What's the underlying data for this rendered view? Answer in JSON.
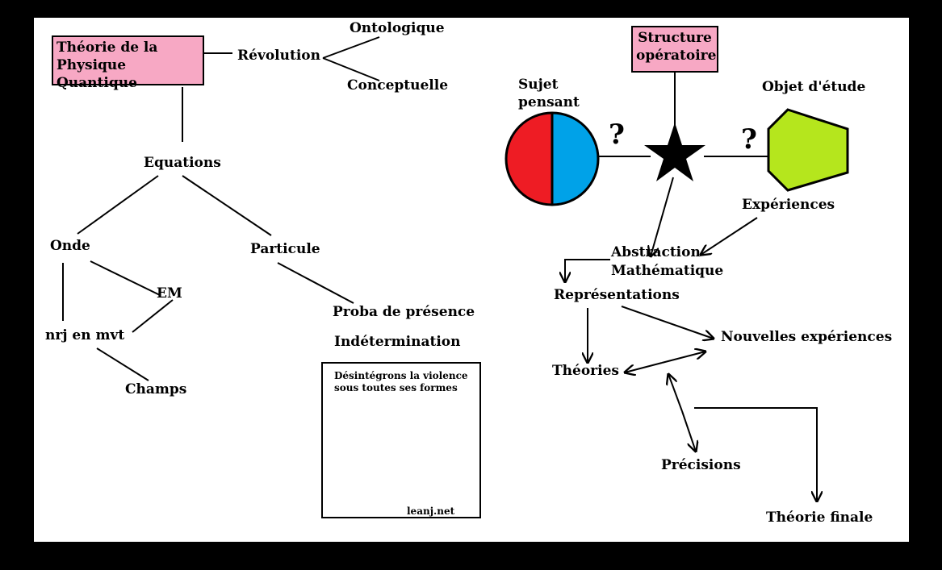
{
  "boxes": {
    "theory": [
      "Théorie de la",
      "Physique Quantique"
    ],
    "structure": [
      "Structure",
      "opératoire"
    ]
  },
  "labels": {
    "revolution": "Révolution",
    "ontologique": "Ontologique",
    "conceptuelle": "Conceptuelle",
    "equations": "Equations",
    "onde": "Onde",
    "particule": "Particule",
    "em": "EM",
    "nrj": "nrj en mvt",
    "champs": "Champs",
    "proba": "Proba de présence",
    "indetermination": "Indétermination",
    "sujet": [
      "Sujet",
      "pensant"
    ],
    "objet": "Objet d'étude",
    "question": "?",
    "experiences": "Expériences",
    "abstraction": [
      "Abstraction",
      "Mathématique"
    ],
    "representations": "Représentations",
    "nouvelles": "Nouvelles expériences",
    "theories": "Théories",
    "precisions": "Précisions",
    "finale": "Théorie finale"
  },
  "logo": {
    "tagline": [
      "Désintégrons la violence",
      "sous toutes ses formes"
    ],
    "site": "leanj.net"
  },
  "colors": {
    "box_fill": "#f7a8c4",
    "subject_red": "#ee1c24",
    "subject_blue": "#00a2e8",
    "object_green": "#b5e61d"
  }
}
